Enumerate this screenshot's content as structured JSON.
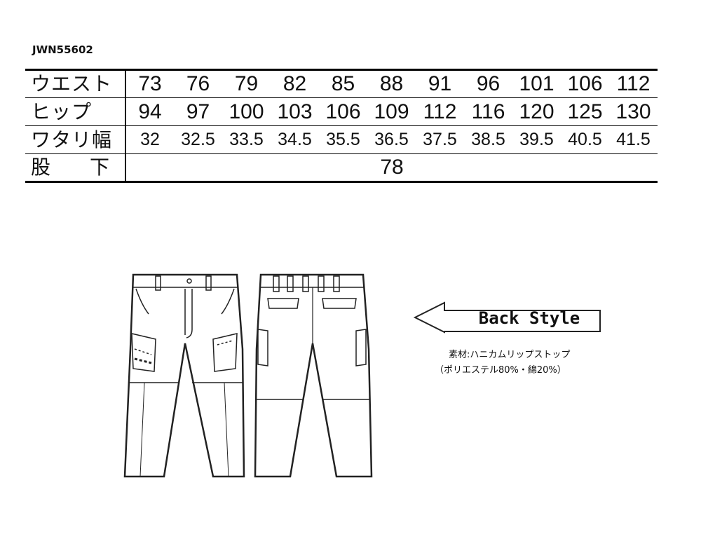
{
  "product_code": "JWN55602",
  "table": {
    "rows": [
      {
        "label": "ウエスト",
        "values": [
          "73",
          "76",
          "79",
          "82",
          "85",
          "88",
          "91",
          "96",
          "101",
          "106",
          "112"
        ]
      },
      {
        "label": "ヒップ",
        "values": [
          "94",
          "97",
          "100",
          "103",
          "106",
          "109",
          "112",
          "116",
          "120",
          "125",
          "130"
        ]
      },
      {
        "label": "ワタリ幅",
        "values": [
          "32",
          "32.5",
          "33.5",
          "34.5",
          "35.5",
          "36.5",
          "37.5",
          "38.5",
          "39.5",
          "40.5",
          "41.5"
        ]
      }
    ],
    "inseam": {
      "label_a": "股",
      "label_b": "下",
      "value": "78"
    }
  },
  "back_style_label": "Back Style",
  "material": {
    "line1": "素材:ハニカムリップストップ",
    "line2": "（ポリエステル80%・綿20%）"
  }
}
